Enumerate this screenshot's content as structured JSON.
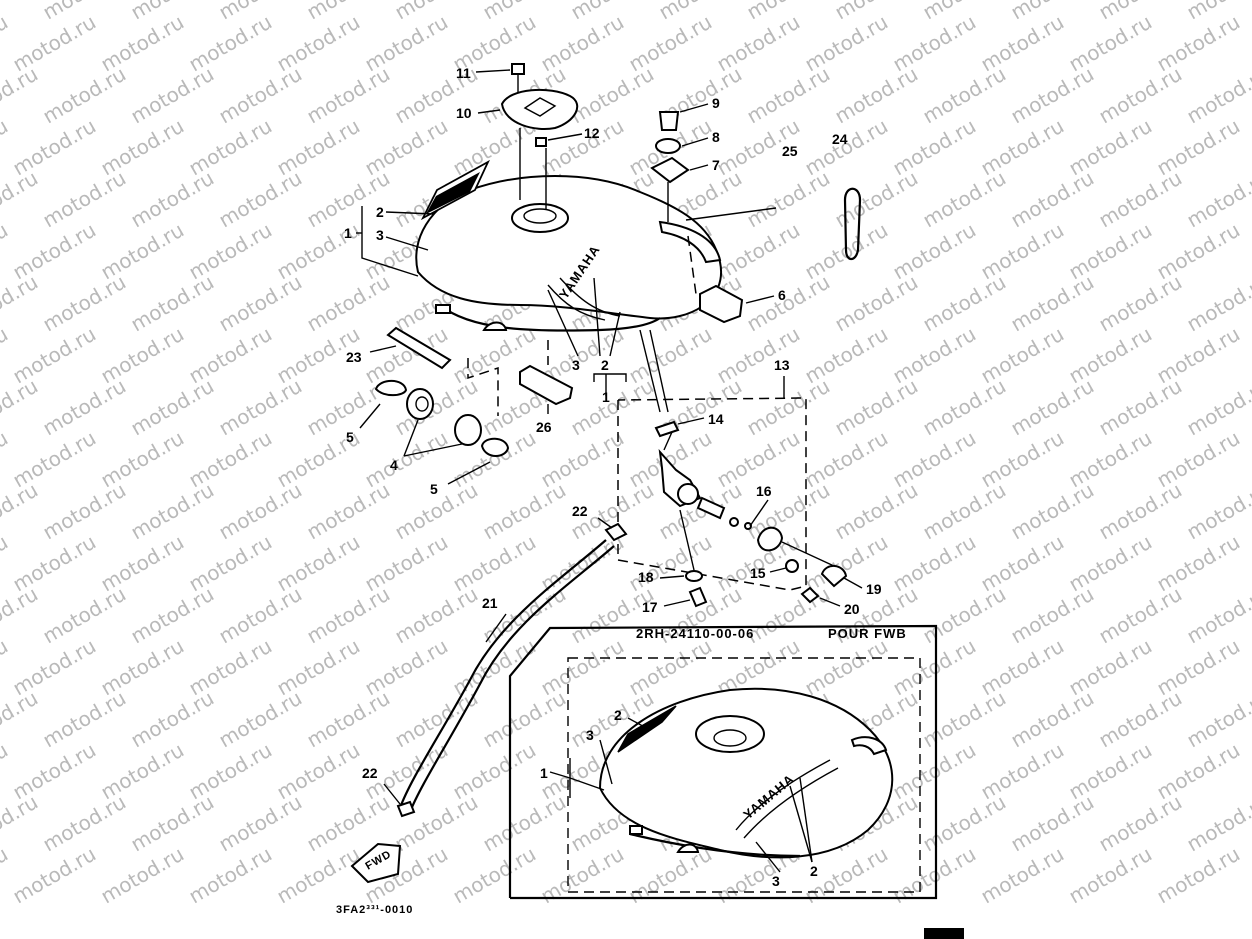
{
  "diagram": {
    "watermark_text": "motod.ru",
    "tank_brand": "YAMAHA",
    "fwd_label": "FWD",
    "inset_title": "2RH-24110-00-06",
    "inset_suffix": "POUR FWB",
    "drawing_code": "3FA2³³¹-0010",
    "callouts": {
      "c1": "1",
      "c2": "2",
      "c3": "3",
      "c4": "4",
      "c5": "5",
      "c6": "6",
      "c7": "7",
      "c8": "8",
      "c9": "9",
      "c10": "10",
      "c11": "11",
      "c12": "12",
      "c13": "13",
      "c14": "14",
      "c15": "15",
      "c16": "16",
      "c17": "17",
      "c18": "18",
      "c19": "19",
      "c20": "20",
      "c21": "21",
      "c22": "22",
      "c23": "23",
      "c24": "24",
      "c25": "25",
      "c26": "26"
    }
  }
}
